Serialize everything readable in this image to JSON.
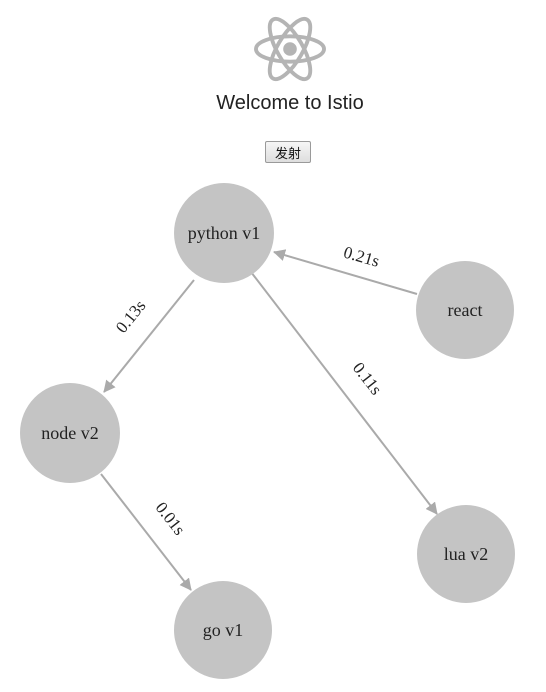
{
  "header": {
    "title": "Welcome to Istio",
    "fire_button_label": "发射",
    "logo_icon": "react-atom-icon"
  },
  "colors": {
    "node_fill": "#c4c4c4",
    "edge_stroke": "#aaaaaa",
    "logo": "#b4b4b4"
  },
  "graph": {
    "nodes": [
      {
        "id": "python",
        "label": "python v1"
      },
      {
        "id": "react",
        "label": "react"
      },
      {
        "id": "node",
        "label": "node v2"
      },
      {
        "id": "lua",
        "label": "lua v2"
      },
      {
        "id": "go",
        "label": "go v1"
      }
    ],
    "edges": [
      {
        "from": "react",
        "to": "python",
        "label": "0.21s"
      },
      {
        "from": "python",
        "to": "node",
        "label": "0.13s"
      },
      {
        "from": "python",
        "to": "lua",
        "label": "0.11s"
      },
      {
        "from": "node",
        "to": "go",
        "label": "0.01s"
      }
    ]
  }
}
